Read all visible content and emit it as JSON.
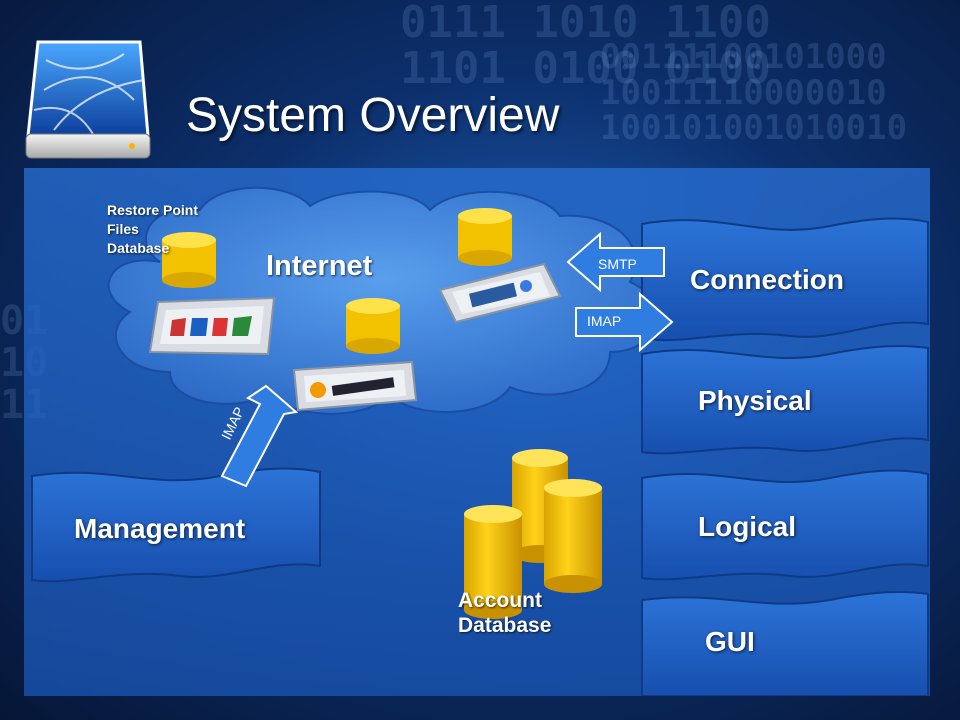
{
  "title": "System Overview",
  "cloud": {
    "label": "Internet",
    "restore_point_lines": [
      "Restore Point",
      "Files",
      "Database"
    ]
  },
  "arrows": {
    "smtp": "SMTP",
    "imap_right": "IMAP",
    "imap_management": "IMAP"
  },
  "modules": {
    "management": "Management",
    "connection": "Connection",
    "physical": "Physical",
    "logical": "Logical",
    "gui": "GUI"
  },
  "account_database_lines": [
    "Account",
    "Database"
  ],
  "colors": {
    "panel": "#2a6ecf",
    "module_blue": "#1f5fc6",
    "cylinder_yellow": "#f2c200",
    "arrow_blue": "#2f7de0"
  }
}
